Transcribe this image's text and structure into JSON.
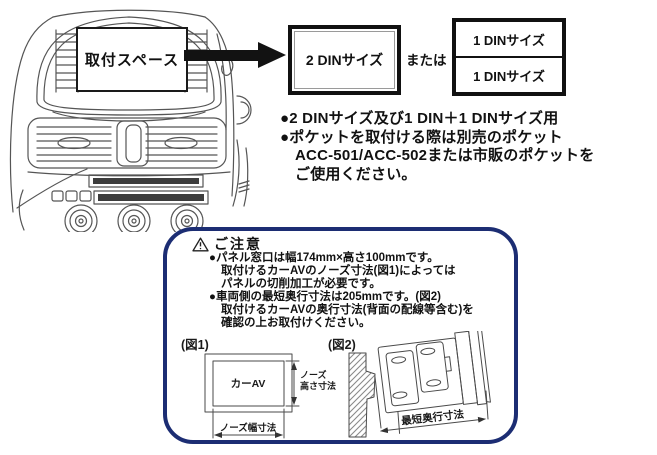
{
  "top": {
    "mount_space_label": "取付スペース",
    "din2_label": "2 DINサイズ",
    "or_label": "または",
    "din1_top_label": "1 DINサイズ",
    "din1_bottom_label": "1 DINサイズ"
  },
  "notes": {
    "line1": "●2 DINサイズ及び1 DIN＋1 DINサイズ用",
    "line2": "●ポケットを取付ける際は別売のポケット",
    "line3": "ACC-501/ACC-502または市販のポケットを",
    "line4": "ご使用ください。"
  },
  "caution": {
    "title": "ご注意",
    "lines": [
      "●パネル窓口は幅174mm×高さ100mmです。",
      "取付けるカーAVのノーズ寸法(図1)によっては",
      "パネルの切削加工が必要です。",
      "●車両側の最短奥行寸法は205mmです。(図2)",
      "取付けるカーAVの奥行寸法(背面の配線等含む)を",
      "確認の上お取付けください。"
    ],
    "fig1": {
      "label": "(図1)",
      "unit_label": "カーAV",
      "height_dim_line1": "ノーズ",
      "height_dim_line2": "高さ寸法",
      "width_dim": "ノーズ幅寸法"
    },
    "fig2": {
      "label": "(図2)",
      "depth_dim": "最短奥行寸法"
    }
  },
  "colors": {
    "caution_border": "#1c2d73",
    "arrow_black": "#121212",
    "line_art": "#555555"
  }
}
